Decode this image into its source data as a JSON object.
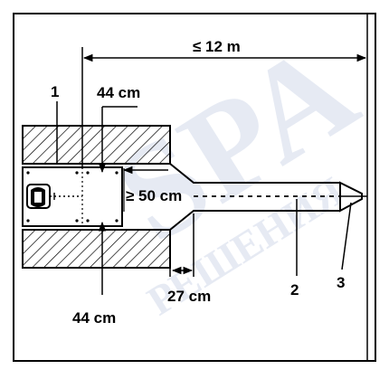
{
  "dimensions": {
    "max_length": "≤ 12 m",
    "top_width": "44 cm",
    "bottom_width": "44 cm",
    "min_clearance": "≥ 50 cm",
    "taper_length": "27 cm"
  },
  "callouts": {
    "item_1": "1",
    "item_2": "2",
    "item_3": "3"
  },
  "watermark": {
    "line_1": "SPA",
    "line_2": "РЕШЕНИЯ"
  },
  "colors": {
    "ink": "#000000",
    "background": "#ffffff",
    "watermark": "#c9d2e6"
  }
}
